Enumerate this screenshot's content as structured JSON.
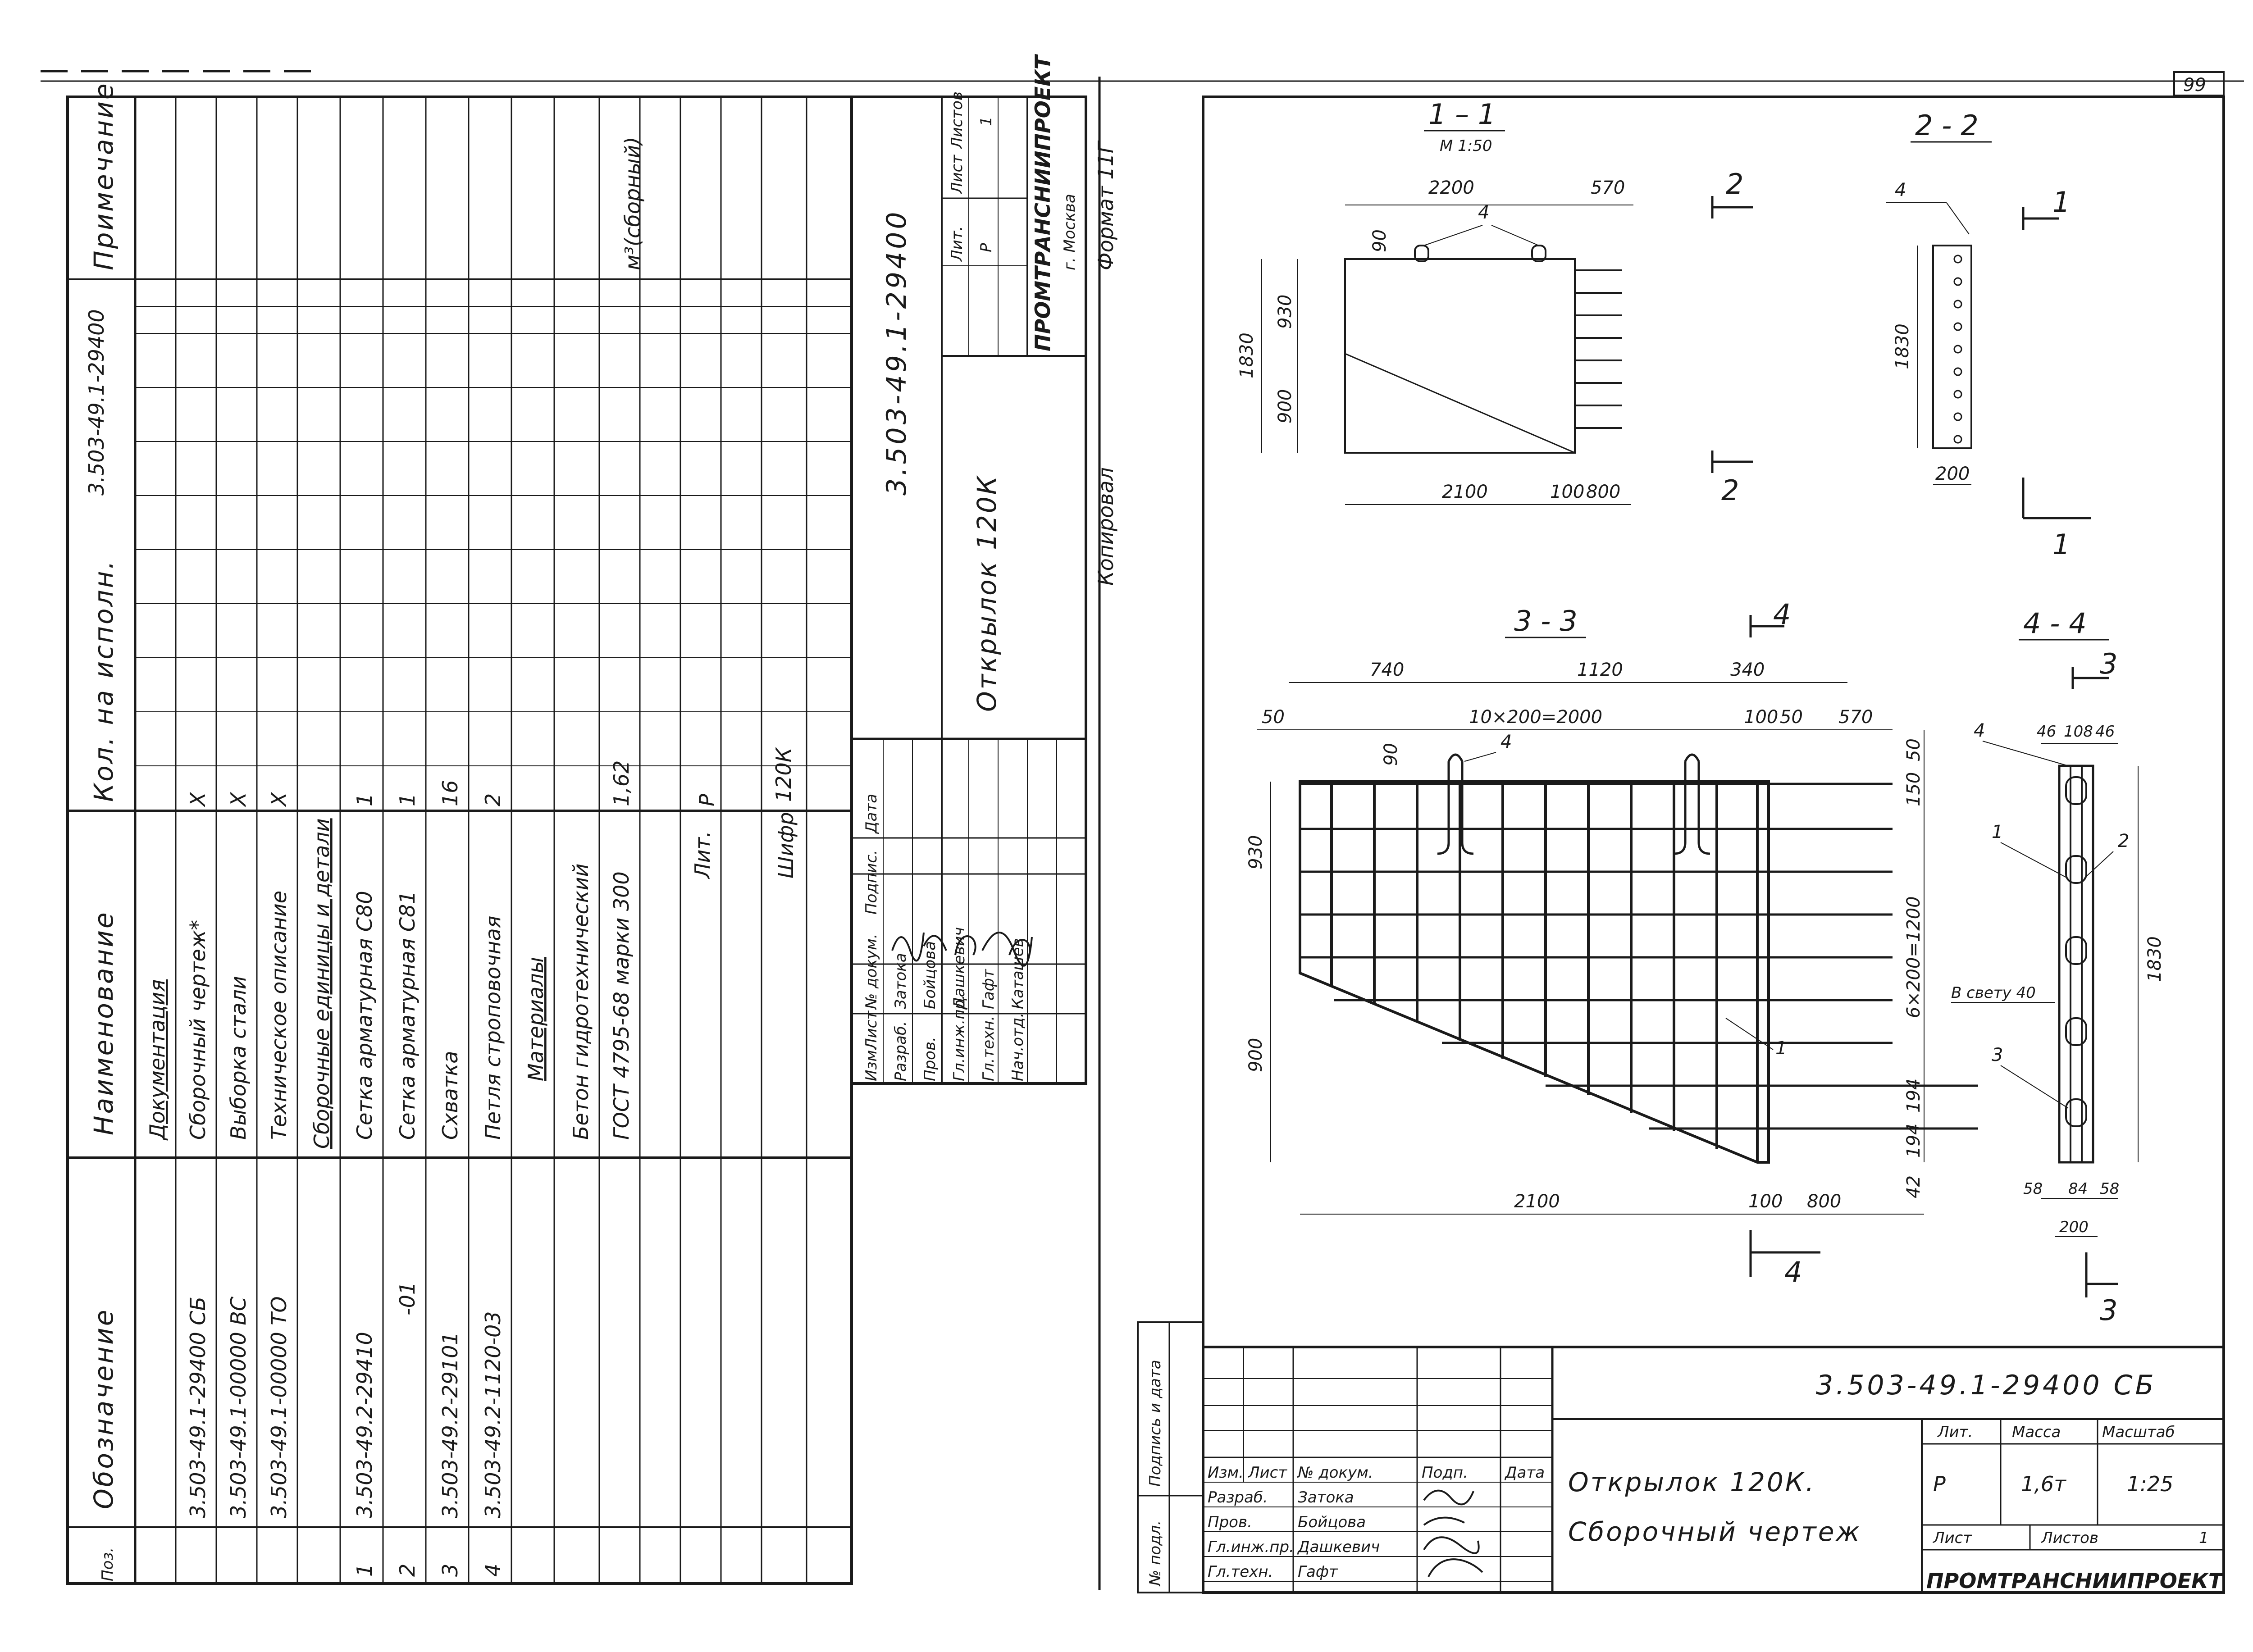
{
  "page_number": "99",
  "left_sheet": {
    "columns": {
      "designation": "Обозначение",
      "name": "Наименование",
      "qty": "Кол. на исполн.",
      "qty_code": "3.503-49.1-29400",
      "note": "Примечание",
      "pos": "Поз."
    },
    "rows": [
      {
        "pos": "",
        "designation": "",
        "name": "Документация",
        "qty": "",
        "note": ""
      },
      {
        "pos": "",
        "designation": "3.503-49.1-29400 СБ",
        "name": "Сборочный чертеж*",
        "qty": "X",
        "note": ""
      },
      {
        "pos": "",
        "designation": "3.503-49.1-00000 ВС",
        "name": "Выборка стали",
        "qty": "X",
        "note": ""
      },
      {
        "pos": "",
        "designation": "3.503-49.1-00000 ТО",
        "name": "Техническое описание",
        "qty": "X",
        "note": ""
      },
      {
        "pos": "",
        "designation": "",
        "name": "Сборочные единицы и детали",
        "qty": "",
        "note": ""
      },
      {
        "pos": "1",
        "designation": "3.503-49.2-29410",
        "name": "Сетка арматурная С80",
        "qty": "1",
        "note": ""
      },
      {
        "pos": "2",
        "designation": "-01",
        "name": "Сетка арматурная С81",
        "qty": "1",
        "note": ""
      },
      {
        "pos": "3",
        "designation": "3.503-49.2-29101",
        "name": "Схватка",
        "qty": "16",
        "note": ""
      },
      {
        "pos": "4",
        "designation": "3.503-49.2-1120-03",
        "name": "Петля строповочная",
        "qty": "2",
        "note": ""
      },
      {
        "pos": "",
        "designation": "",
        "name": "Материалы",
        "qty": "",
        "note": ""
      },
      {
        "pos": "",
        "designation": "",
        "name": "Бетон гидротехнический",
        "qty": "",
        "note": ""
      },
      {
        "pos": "",
        "designation": "",
        "name": "ГОСТ 4795-68 марки 300",
        "qty": "1,62",
        "note": "м³(сборный)"
      }
    ],
    "shifr_label": "Шифр",
    "shifr_value": "120К",
    "lit_label": "Лит.",
    "lit_value": "Р",
    "title_block": {
      "code": "3.503-49.1-29400",
      "name": "Открылок 120К",
      "headers": [
        "Изм.",
        "Лист",
        "№ докум.",
        "Подпис.",
        "Дата"
      ],
      "roles": [
        "Разраб.",
        "Пров.",
        "Гл.инж.пр.",
        "Гл.техн.",
        "Нач.отд."
      ],
      "people": [
        "Затока",
        "Бойцова",
        "Дашкевич",
        "Гафт",
        "Каташев"
      ],
      "lit": "Лит.",
      "sheet": "Лист",
      "sheets": "Листов",
      "lit_value": "Р",
      "sheets_value": "1",
      "org": "ПРОМТРАНСНИИПРОЕКТ",
      "city": "г. Москва"
    },
    "copied": "Копировал",
    "format": "Формат 11Г"
  },
  "right_sheet": {
    "sections": {
      "s11": "1 – 1",
      "s11_scale": "М 1:50",
      "s22": "2 - 2",
      "s33": "3 - 3",
      "s44": "4 - 4"
    },
    "view11": {
      "dims": [
        "2200",
        "570",
        "90",
        "4",
        "1830",
        "930",
        "900",
        "2100",
        "100",
        "800"
      ],
      "cut_marks": [
        "2",
        "2"
      ]
    },
    "view22": {
      "dims": [
        "4",
        "1830",
        "200"
      ],
      "cut_marks": [
        "1",
        "1"
      ]
    },
    "view33": {
      "dims": [
        "740",
        "1120",
        "340",
        "50",
        "10×200=2000",
        "100",
        "50",
        "570",
        "90",
        "4",
        "930",
        "900",
        "50",
        "150",
        "6×200=1200",
        "194",
        "194",
        "42",
        "2100",
        "100",
        "800",
        "1"
      ],
      "cut_marks": [
        "4",
        "4"
      ]
    },
    "view44": {
      "dims": [
        "46",
        "108",
        "46",
        "4",
        "1",
        "2",
        "1830",
        "В свету 40",
        "3",
        "58",
        "84",
        "58",
        "200"
      ],
      "cut_marks": [
        "3",
        "3"
      ]
    },
    "title_block": {
      "code": "3.503-49.1-29400 СБ",
      "name_line1": "Открылок 120К.",
      "name_line2": "Сборочный чертеж",
      "headers": [
        "Изм.",
        "Лист",
        "№ докум.",
        "Подп.",
        "Дата"
      ],
      "roles": [
        "Разраб.",
        "Пров.",
        "Гл.инж.пр.",
        "Гл.техн."
      ],
      "people": [
        "Затока",
        "Бойцова",
        "Дашкевич",
        "Гафт"
      ],
      "lit": "Лит.",
      "mass": "Масса",
      "scale": "Масштаб",
      "lit_value": "Р",
      "mass_value": "1,6т",
      "scale_value": "1:25",
      "sheet": "Лист",
      "sheets": "Листов",
      "sheets_value": "1",
      "org": "ПРОМТРАНСНИИПРОЕКТ"
    },
    "side_stamp": [
      "Подпись и дата",
      "№ подл."
    ]
  }
}
